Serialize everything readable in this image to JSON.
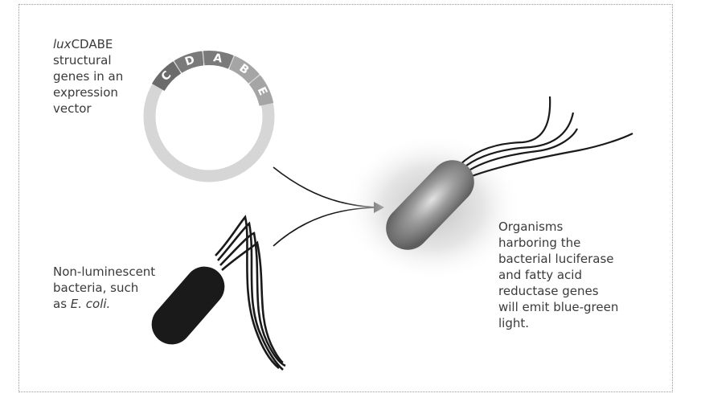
{
  "labels": {
    "plasmid": {
      "lux_prefix": "lux",
      "line1_suffix": "CDABE",
      "line2": "structural",
      "line3": "genes in an",
      "line4": "expression",
      "line5": "vector"
    },
    "bacteria": {
      "line1": "Non-luminescent",
      "line2": "bacteria, such",
      "line3_prefix": "as ",
      "line3_italic": "E. coli."
    },
    "organisms": {
      "line1": "Organisms",
      "line2": "harboring the",
      "line3": "bacterial luciferase",
      "line4": "and fatty acid",
      "line5": "reductase genes",
      "line6": "will emit blue-green",
      "line7": "light."
    }
  },
  "plasmid_genes": [
    "C",
    "D",
    "A",
    "B",
    "E"
  ],
  "colors": {
    "ring": "#d6d6d6",
    "gene_dark": "#6b6b6b",
    "gene_mid": "#7a7a7a",
    "gene_light": "#a5a5a5",
    "bacterium_black": "#1a1a1a",
    "glow": "#c9c9c9"
  }
}
